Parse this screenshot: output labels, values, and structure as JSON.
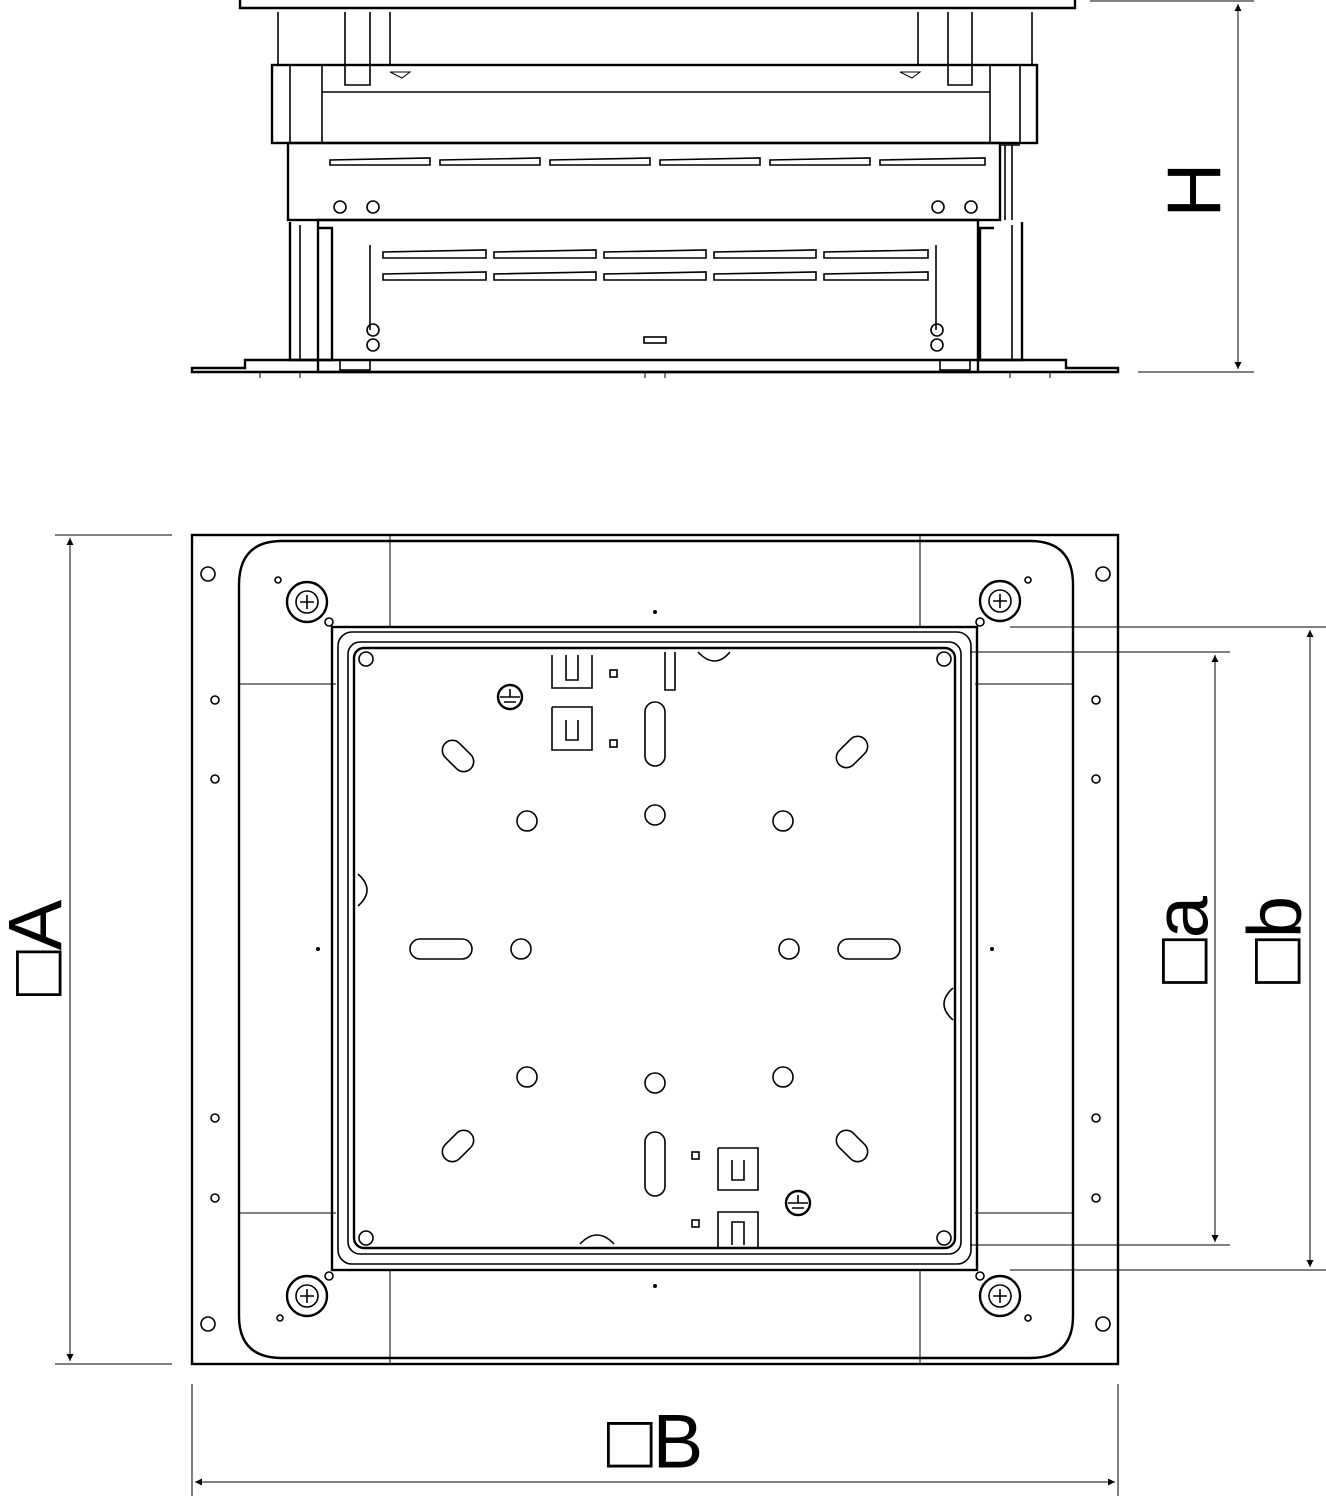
{
  "labels": {
    "height": "H",
    "outer_a": "□A",
    "outer_b": "□B",
    "inner_a": "□a",
    "inner_b": "□b"
  },
  "colors": {
    "stroke": "#000000",
    "background": "#ffffff"
  }
}
